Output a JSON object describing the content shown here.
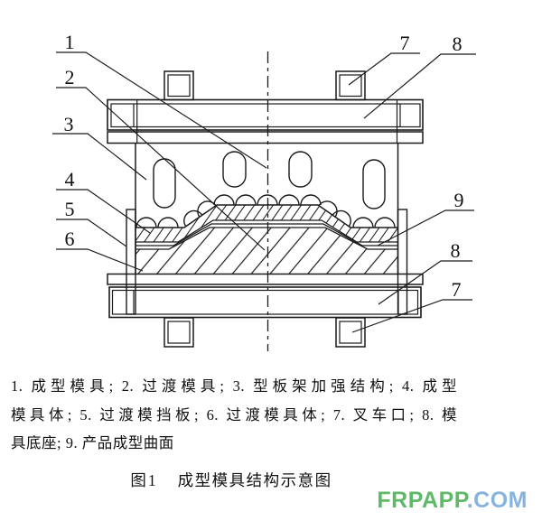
{
  "diagram": {
    "callouts": [
      "1",
      "2",
      "3",
      "4",
      "5",
      "6",
      "7",
      "8",
      "9",
      "8",
      "7"
    ]
  },
  "legend": {
    "lines": [
      "1. 成型模具; 2. 过渡模具; 3. 型板架加强结构; 4. 成型",
      "模具体; 5. 过渡模挡板; 6. 过渡模具体; 7. 叉车口; 8. 模",
      "具底座; 9. 产品成型曲面"
    ],
    "items": [
      {
        "num": "1",
        "label": "成型模具"
      },
      {
        "num": "2",
        "label": "过渡模具"
      },
      {
        "num": "3",
        "label": "型板架加强结构"
      },
      {
        "num": "4",
        "label": "成型模具体"
      },
      {
        "num": "5",
        "label": "过渡模挡板"
      },
      {
        "num": "6",
        "label": "过渡模具体"
      },
      {
        "num": "7",
        "label": "叉车口"
      },
      {
        "num": "8",
        "label": "模具底座"
      },
      {
        "num": "9",
        "label": "产品成型曲面"
      }
    ]
  },
  "caption": {
    "figure_no": "图1",
    "title": "成型模具结构示意图"
  },
  "watermark": {
    "site_name": "FRPAPP",
    "site_tld": ".COM",
    "name_color": "#5fb969",
    "tld_color": "#87b4dc"
  },
  "colors": {
    "ink": "#1b1b1b",
    "background": "#ffffff"
  }
}
